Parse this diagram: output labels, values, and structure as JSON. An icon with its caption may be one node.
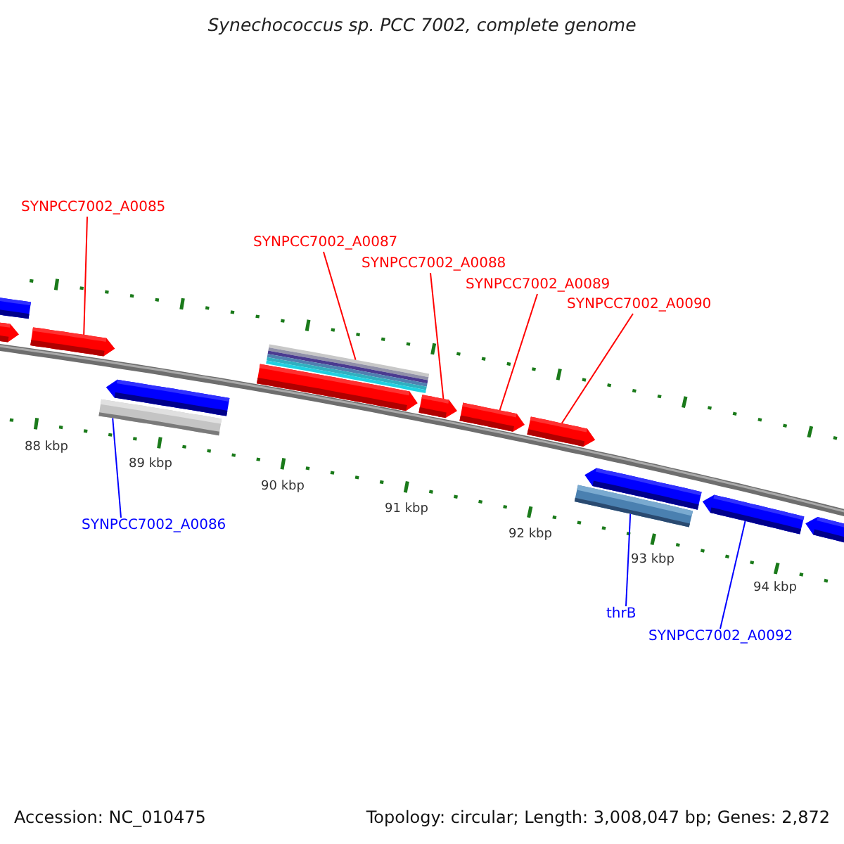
{
  "diagram": {
    "title": "Synechococcus sp. PCC 7002, complete genome",
    "nodes": [
      {
        "text": [
          "SYNPCC7002_A0085"
        ]
      },
      {
        "text": [
          "SYNPCC7002_A0087"
        ]
      },
      {
        "text": [
          "SYNPCC7002_A0088"
        ]
      },
      {
        "text": [
          "SYNPCC7002_A0089"
        ]
      },
      {
        "text": [
          "SYNPCC7002_A0090"
        ]
      },
      {
        "text": [],
        "shape": "box"
      },
      {
        "text": [],
        "shape": "box"
      },
      {
        "text": [],
        "shape": "box"
      },
      {
        "text": [],
        "shape": "box"
      },
      {
        "text": [],
        "shape": "bar"
      },
      {
        "text": [],
        "shape": "bar"
      },
      {
        "text": [],
        "shape": "box"
      },
      {
        "text": [],
        "shape": "box"
      },
      {
        "text": [],
        "shape": "box"
      },
      {
        "text": [],
        "shape": "box"
      },
      {
        "text": [],
        "shape": "box"
      },
      {
        "text": [],
        "shape": "bar"
      },
      {
        "text": [],
        "shape": "box"
      },
      {
        "text": [],
        "shape": "box"
      },
      {
        "text": [
          "SYNPCC7002_A0086"
        ]
      },
      {
        "text": [
          "thrB"
        ]
      },
      {
        "text": [
          "SYNPCC7002_A0092"
        ]
      }
    ],
    "edges": [
      {
        "from": 0,
        "to": 7,
        "arrow": "none"
      },
      {
        "from": 1,
        "to": 10,
        "arrow": "none"
      },
      {
        "from": 2,
        "to": 12,
        "arrow": "none"
      },
      {
        "from": 3,
        "to": 13,
        "arrow": "none"
      },
      {
        "from": 4,
        "to": 14,
        "arrow": "none"
      },
      {
        "from": 19,
        "to": 9,
        "arrow": "none",
        "color": "#0000ff"
      },
      {
        "from": 20,
        "to": 16,
        "arrow": "none",
        "color": "#0000ff"
      },
      {
        "from": 21,
        "to": 17,
        "arrow": "none",
        "color": "#0000ff"
      }
    ],
    "labels": [
      "88 kbp",
      "89 kbp",
      "90 kbp",
      "91 kbp",
      "92 kbp",
      "93 kbp",
      "94 kbp",
      "Accession: NC_010475",
      "Topology: circular; Length: 3,008,047 bp; Genes: 2,872"
    ]
  }
}
